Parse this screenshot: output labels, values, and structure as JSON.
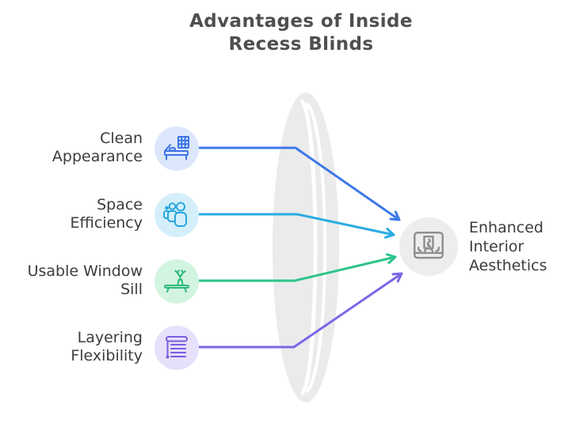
{
  "title": {
    "lines": [
      "Advantages of Inside",
      "Recess Blinds"
    ]
  },
  "items": [
    {
      "label_lines": [
        "Clean",
        "Appearance"
      ],
      "icon": "bed-building-icon",
      "accent": "#3B74E6",
      "circle_bg": "#DCE7FB",
      "connector_color": "#3E78E8"
    },
    {
      "label_lines": [
        "Space",
        "Efficiency"
      ],
      "icon": "people-group-icon",
      "accent": "#27A7DD",
      "circle_bg": "#D4EFFA",
      "connector_color": "#29ABE2"
    },
    {
      "label_lines": [
        "Usable Window",
        "Sill"
      ],
      "icon": "plant-on-windowsill-icon",
      "accent": "#2BB878",
      "circle_bg": "#D3F4E1",
      "connector_color": "#2CC489"
    },
    {
      "label_lines": [
        "Layering",
        "Flexibility"
      ],
      "icon": "roller-blind-icon",
      "accent": "#7A5BE2",
      "circle_bg": "#E6E0FA",
      "connector_color": "#7A68E8"
    }
  ],
  "result": {
    "label_lines": [
      "Enhanced",
      "Interior",
      "Aesthetics"
    ],
    "icon": "interior-room-icon",
    "accent": "#8E8E8E",
    "circle_bg": "#EDEDED"
  },
  "canvas": {
    "background": "#FFFFFF",
    "ellipse_color": "#EBEBEB",
    "title_color": "#4F4F4F",
    "label_color": "#3C3C3C"
  }
}
